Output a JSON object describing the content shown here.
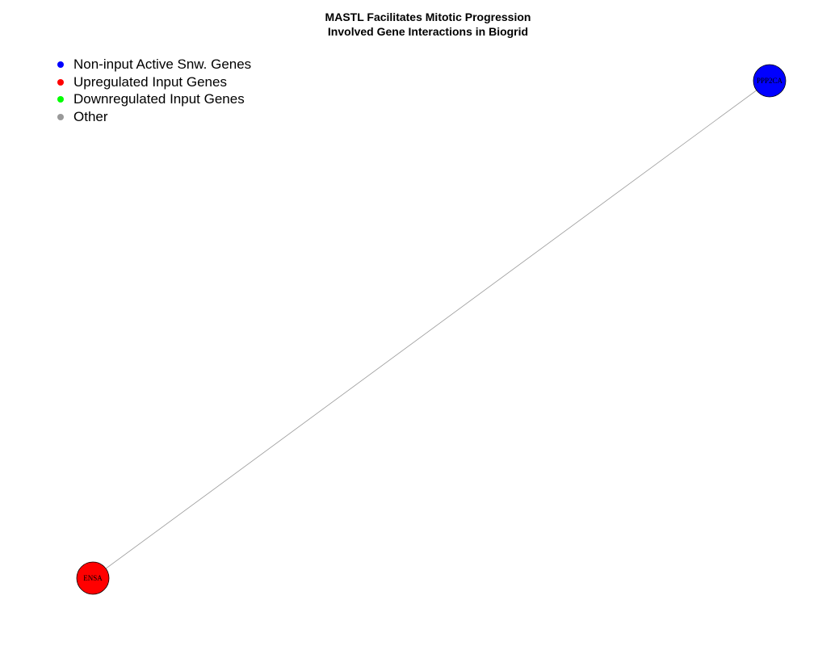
{
  "title": {
    "line1": "MASTL Facilitates Mitotic Progression",
    "line2": "Involved Gene Interactions in Biogrid"
  },
  "legend": {
    "items": [
      {
        "label": "Non-input Active Snw. Genes",
        "color": "#0000ff"
      },
      {
        "label": "Upregulated Input Genes",
        "color": "#ff0000"
      },
      {
        "label": "Downregulated Input Genes",
        "color": "#00ff00"
      },
      {
        "label": "Other",
        "color": "#999999"
      }
    ]
  },
  "graph": {
    "nodes": [
      {
        "id": "PPP2CA",
        "label": "PPP2CA",
        "color": "#0000ff",
        "category": "Non-input Active Snw. Genes"
      },
      {
        "id": "ENSA",
        "label": "ENSA",
        "color": "#ff0000",
        "category": "Upregulated Input Genes"
      }
    ],
    "edges": [
      {
        "source": "ENSA",
        "target": "PPP2CA",
        "color": "#999999"
      }
    ]
  }
}
